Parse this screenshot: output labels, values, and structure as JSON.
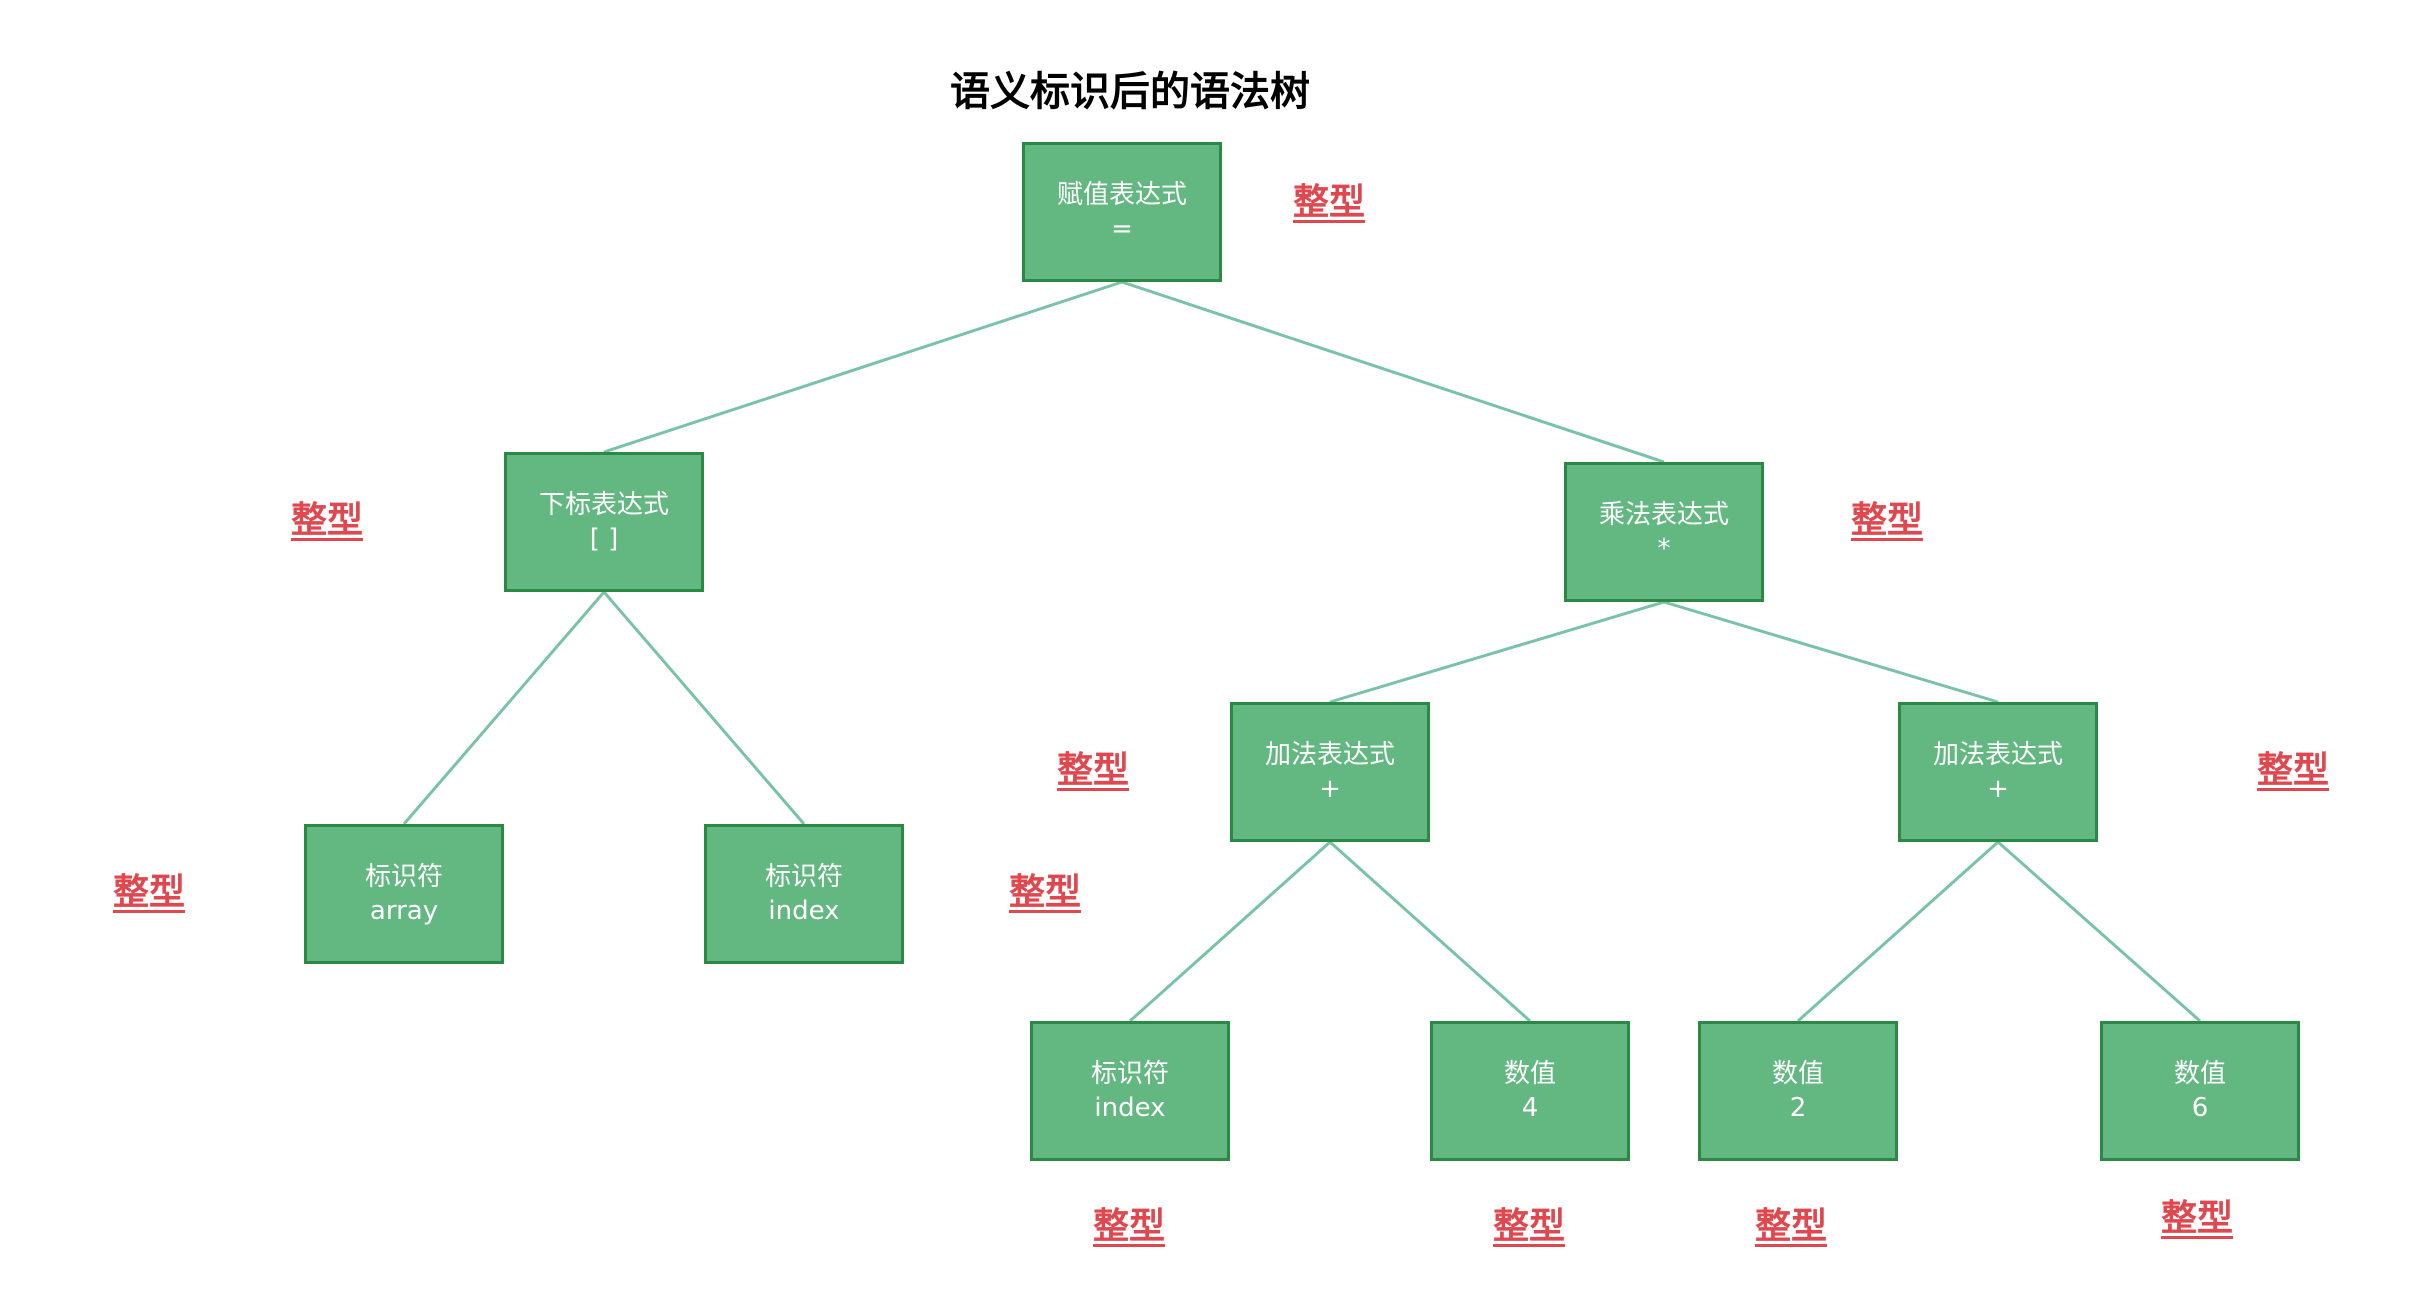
{
  "title": "语义标识后的语法树",
  "type_label": "整型",
  "colors": {
    "node_fill": "#63b780",
    "node_border": "#2a8a45",
    "edge": "#78c3a6",
    "type_label": "#e0484f"
  },
  "nodes": {
    "assign": {
      "label": "赋值表达式",
      "symbol": "="
    },
    "subscript": {
      "label": "下标表达式",
      "symbol": "[ ]"
    },
    "multiply": {
      "label": "乘法表达式",
      "symbol": "*"
    },
    "ident_array": {
      "label": "标识符",
      "symbol": "array"
    },
    "ident_index_1": {
      "label": "标识符",
      "symbol": "index"
    },
    "add_left": {
      "label": "加法表达式",
      "symbol": "+"
    },
    "add_right": {
      "label": "加法表达式",
      "symbol": "+"
    },
    "ident_index_2": {
      "label": "标识符",
      "symbol": "index"
    },
    "num_4": {
      "label": "数值",
      "symbol": "4"
    },
    "num_2": {
      "label": "数值",
      "symbol": "2"
    },
    "num_6": {
      "label": "数值",
      "symbol": "6"
    }
  }
}
